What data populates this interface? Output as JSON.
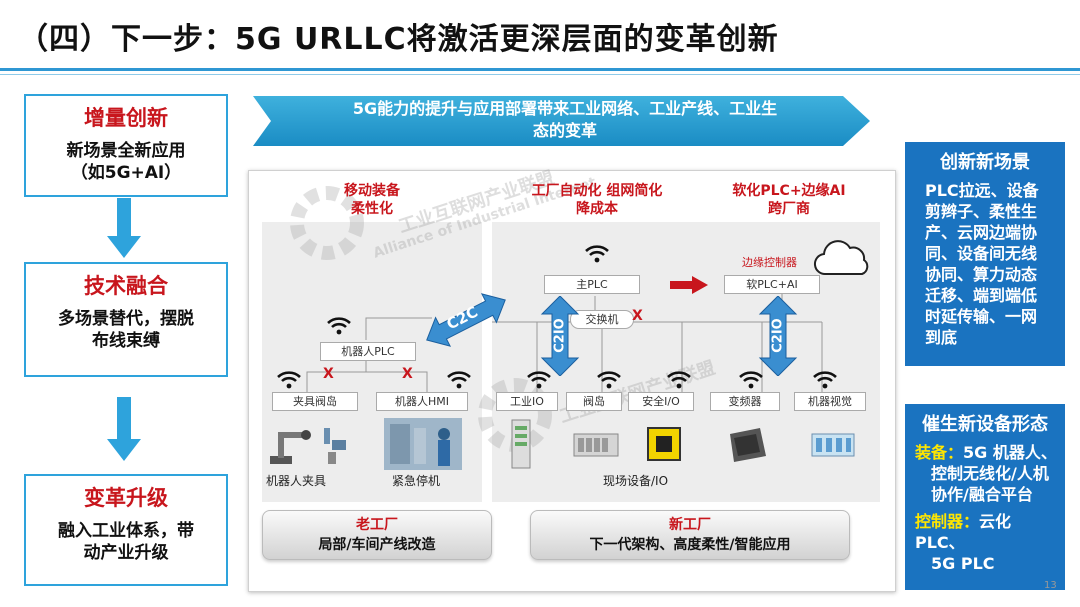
{
  "title": "（四）下一步：5G URLLC将激活更深层面的变革创新",
  "left": [
    {
      "head": "增量创新",
      "body1": "新场景全新应用",
      "body2": "（如5G+AI）"
    },
    {
      "head": "技术融合",
      "body1": "多场景替代，摆脱",
      "body2": "布线束缚"
    },
    {
      "head": "变革升级",
      "body1": "融入工业体系，带",
      "body2": "动产业升级"
    }
  ],
  "banner": {
    "line1": "5G能力的提升与应用部署带来工业网络、工业产线、工业生",
    "line2": "态的变革"
  },
  "zones": {
    "mobile": {
      "line1": "移动装备",
      "line2": "柔性化"
    },
    "automation": {
      "line1": "工厂自动化 组网简化",
      "line2": "降成本"
    },
    "softplc": {
      "line1": "软化PLC+边缘AI",
      "line2": "跨厂商"
    }
  },
  "nodes": {
    "robot_plc": "机器人PLC",
    "gripper_valve": "夹具阀岛",
    "robot_hmi": "机器人HMI",
    "main_plc": "主PLC",
    "switch": "交换机",
    "industrial_io": "工业IO",
    "valve_island": "阀岛",
    "safety_io": "安全I/O",
    "inverter": "变频器",
    "machine_vision": "机器视觉",
    "edge_controller": "边缘控制器",
    "soft_plc": "软PLC+AI"
  },
  "arrows": {
    "c2c": "C2C",
    "c2io_left": "C2IO",
    "c2io_right": "C2IO",
    "break_mark": "X"
  },
  "captions": {
    "robot_gripper": "机器人夹具",
    "emergency_stop": "紧急停机",
    "field_devices": "现场设备/IO"
  },
  "watermark": {
    "cn": "工业互联网产业联盟",
    "en": "Alliance of Industrial Internet"
  },
  "factories": {
    "old": {
      "head": "老工厂",
      "body": "局部/车间产线改造"
    },
    "new": {
      "head": "新工厂",
      "body": "下一代架构、高度柔性/智能应用"
    }
  },
  "right": {
    "scenes": {
      "head": "创新新场景",
      "lines": [
        "PLC拉远、设备",
        "剪辫子、柔性生",
        "产、云网边端协",
        "同、设备间无线",
        "协同、算力动态",
        "迁移、端到端低",
        "时延传输、一网",
        "到底"
      ]
    },
    "devices": {
      "head": "催生新设备形态",
      "equip_label": "装备：",
      "equip_lines": [
        "5G 机器人、",
        "控制无线化/人机",
        "协作/融合平台"
      ],
      "ctrl_label": "控制器：",
      "ctrl_lines": [
        "云化PLC、",
        "5G PLC"
      ]
    }
  },
  "page_number": "13",
  "colors": {
    "accent": "#2ea3dc",
    "red": "#c8161d",
    "blue_panel": "#1a73c0",
    "yellow": "#ffe600"
  }
}
